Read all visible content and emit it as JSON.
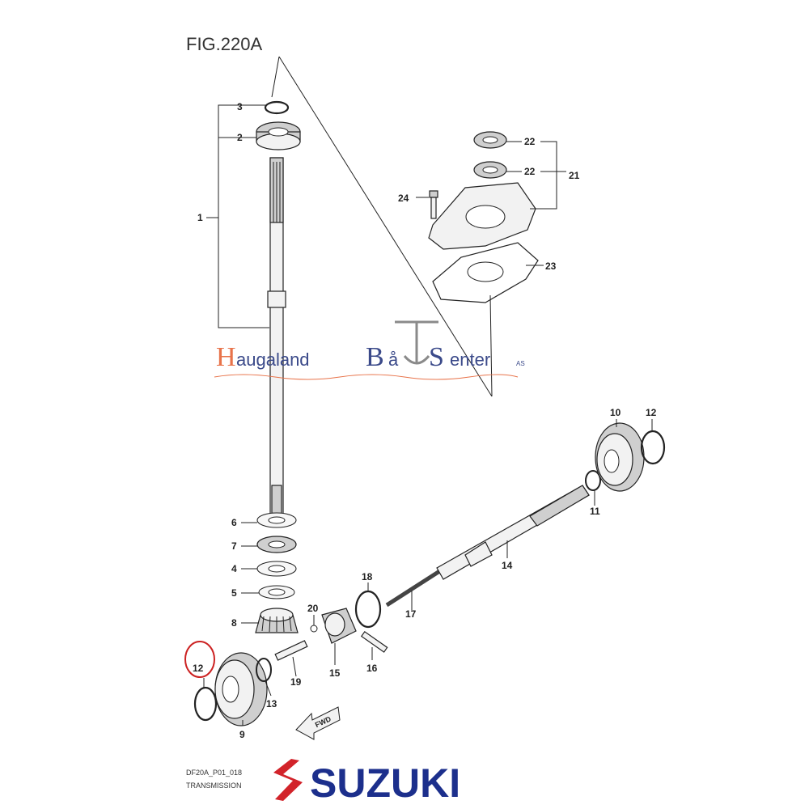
{
  "figure": {
    "title": "FIG.220A"
  },
  "callouts": {
    "p1": "1",
    "p2": "2",
    "p3": "3",
    "p4": "4",
    "p5": "5",
    "p6": "6",
    "p7": "7",
    "p8": "8",
    "p9": "9",
    "p10": "10",
    "p11": "11",
    "p12a": "12",
    "p12b": "12",
    "p13": "13",
    "p14": "14",
    "p15": "15",
    "p16": "16",
    "p17": "17",
    "p18": "18",
    "p19": "19",
    "p20": "20",
    "p21": "21",
    "p22a": "22",
    "p22b": "22",
    "p23": "23",
    "p24": "24"
  },
  "watermark": {
    "h": "H",
    "augaland": "augaland",
    "b": "B",
    "aa": "å",
    "s": "S",
    "enter": "enter",
    "as": "AS"
  },
  "footer": {
    "code": "DF20A_P01_018",
    "section": "TRANSMISSION",
    "brand": "SUZUKI"
  },
  "colors": {
    "highlight_circle": "#cc2222",
    "brand_blue": "#1c2f8c",
    "brand_red": "#d2232a",
    "watermark_orange": "#e8734a",
    "watermark_blue": "#3b4a8a"
  }
}
